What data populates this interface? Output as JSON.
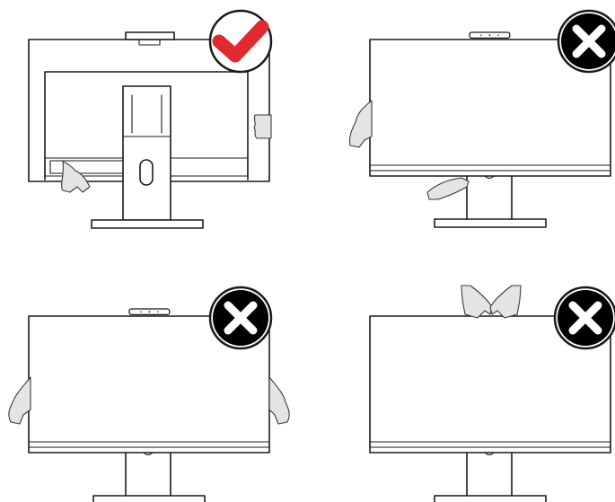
{
  "panels": [
    {
      "id": "back-hold",
      "verdict": "correct",
      "icon": "checkmark-icon"
    },
    {
      "id": "side-and-bottom-hold",
      "verdict": "incorrect",
      "icon": "cross-icon"
    },
    {
      "id": "both-sides-hold",
      "verdict": "incorrect",
      "icon": "cross-icon"
    },
    {
      "id": "top-edge-hold",
      "verdict": "incorrect",
      "icon": "cross-icon"
    }
  ],
  "colors": {
    "check": "#e02a2e",
    "cross": "#000000",
    "hand": "#e4e4e4",
    "line": "#1a1a1a"
  }
}
